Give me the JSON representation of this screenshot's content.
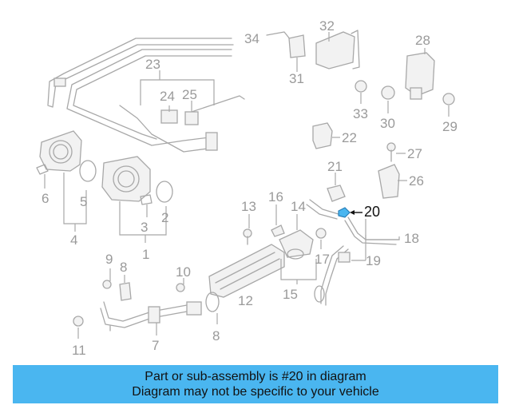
{
  "diagram": {
    "highlight_color": "#4ab6f0",
    "callouts": {
      "c34": "34",
      "c32": "32",
      "c28": "28",
      "c23": "23",
      "c24": "24",
      "c25": "25",
      "c31": "31",
      "c33": "33",
      "c30": "30",
      "c29": "29",
      "c22": "22",
      "c27": "27",
      "c21": "21",
      "c26": "26",
      "c20": "20",
      "c6": "6",
      "c5": "5",
      "c4": "4",
      "c3": "3",
      "c2": "2",
      "c1": "1",
      "c13": "13",
      "c16": "16",
      "c14": "14",
      "c18": "18",
      "c17": "17",
      "c19": "19",
      "c9": "9",
      "c8a": "8",
      "c10": "10",
      "c12": "12",
      "c15": "15",
      "c8b": "8",
      "c11": "11",
      "c7": "7"
    }
  },
  "caption": {
    "line1": "Part or sub-assembly is #20 in diagram",
    "line2": "Diagram may not be specific to your vehicle",
    "background": "#4ab6f0"
  }
}
